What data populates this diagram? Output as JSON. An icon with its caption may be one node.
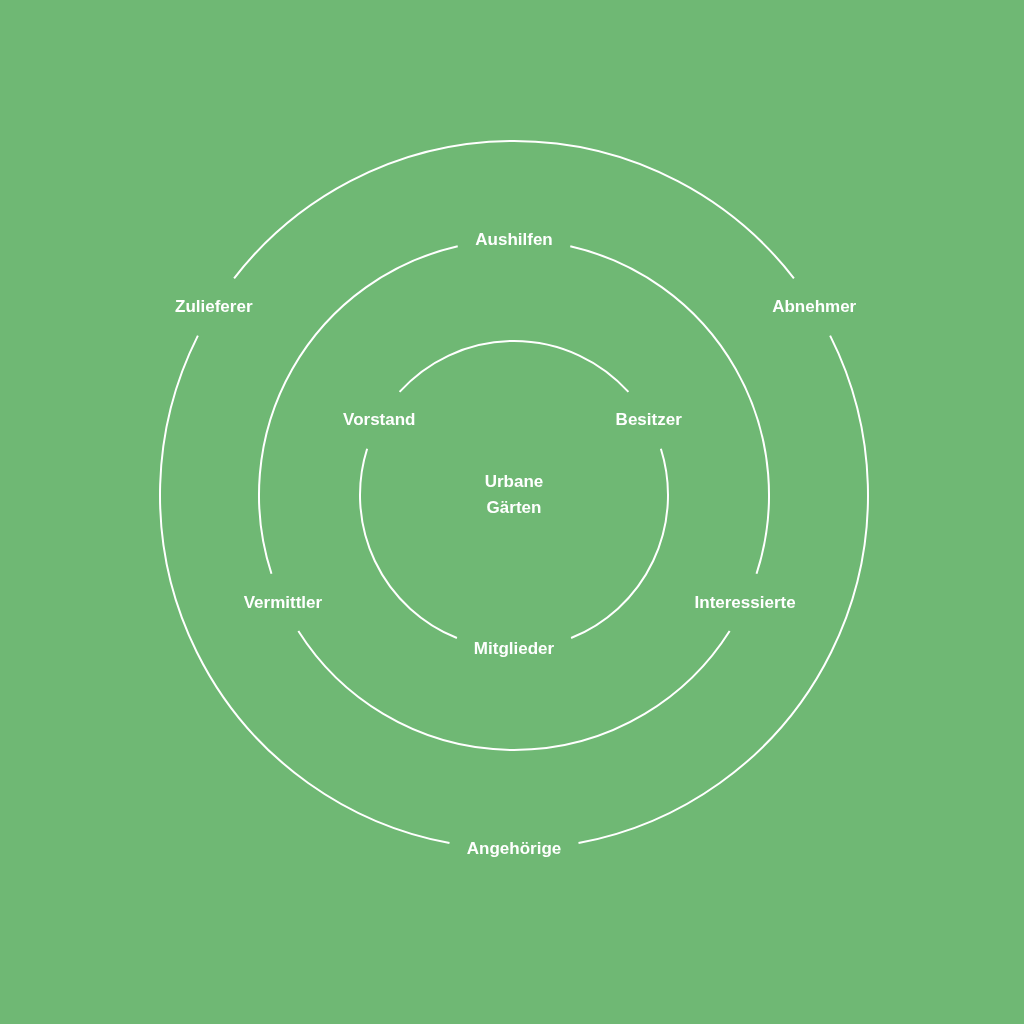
{
  "diagram": {
    "nodes": [
      {
        "text": [
          "Zulieferer",
          "Abnehmer",
          "Angehörige"
        ]
      },
      {
        "text": [
          "Aushilfen",
          "Vermittler",
          "Interessierte"
        ],
        "in": 0
      },
      {
        "text": [
          "Vorstand",
          "Besitzer",
          "Urbane Gärten",
          "Mitglieder"
        ],
        "in": 1
      }
    ]
  }
}
